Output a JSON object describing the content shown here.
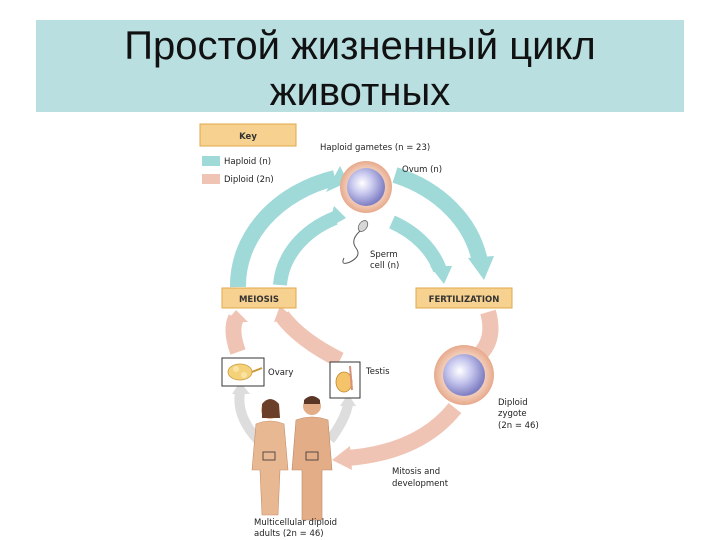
{
  "slide": {
    "title_line1": "Простой жизненный цикл",
    "title_line2": "животных"
  },
  "key": {
    "title": "Key",
    "haploid": "Haploid (n)",
    "diploid": "Diploid (2n)",
    "haploid_color": "#9fd9d8",
    "diploid_color": "#f0c4b4"
  },
  "labels": {
    "gametes": "Haploid gametes (n = 23)",
    "ovum": "Ovum (n)",
    "sperm_line1": "Sperm",
    "sperm_line2": "cell (n)",
    "meiosis": "MEIOSIS",
    "fertilization": "FERTILIZATION",
    "ovary": "Ovary",
    "testis": "Testis",
    "zygote_line1": "Diploid",
    "zygote_line2": "zygote",
    "zygote_line3": "(2n = 46)",
    "mitosis_line1": "Mitosis and",
    "mitosis_line2": "development",
    "adults_line1": "Multicellular diploid",
    "adults_line2": "adults (2n = 46)"
  },
  "colors": {
    "title_bg": "#b9dfe1",
    "box_fill": "#f7d18f",
    "box_stroke": "#e2a94a",
    "haploid_arrow": "#9fd9d8",
    "diploid_arrow": "#f0c4b4",
    "cell": "#b8b8e6"
  }
}
